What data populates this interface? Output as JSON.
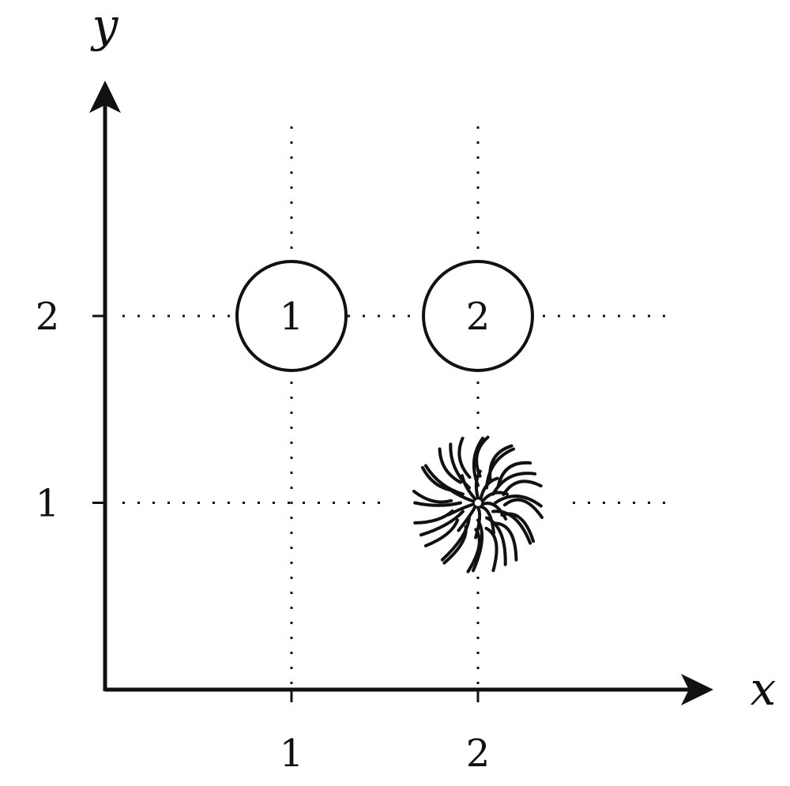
{
  "diagram": {
    "axes": {
      "x_label": "x",
      "y_label": "y",
      "x_ticks": [
        "1",
        "2"
      ],
      "y_ticks": [
        "1",
        "2"
      ],
      "x_tick_values": [
        1,
        2
      ],
      "y_tick_values": [
        1,
        2
      ]
    },
    "grid": {
      "style": "dotted",
      "x_lines": [
        1,
        2
      ],
      "y_lines": [
        1,
        2
      ]
    },
    "nodes": [
      {
        "label": "1",
        "x": 1,
        "y": 2,
        "shape": "circle"
      },
      {
        "label": "2",
        "x": 2,
        "y": 2,
        "shape": "circle"
      }
    ],
    "firework": {
      "x": 2,
      "y": 1,
      "icon": "firework-icon"
    },
    "colors": {
      "ink": "#111111",
      "background": "#ffffff"
    }
  }
}
